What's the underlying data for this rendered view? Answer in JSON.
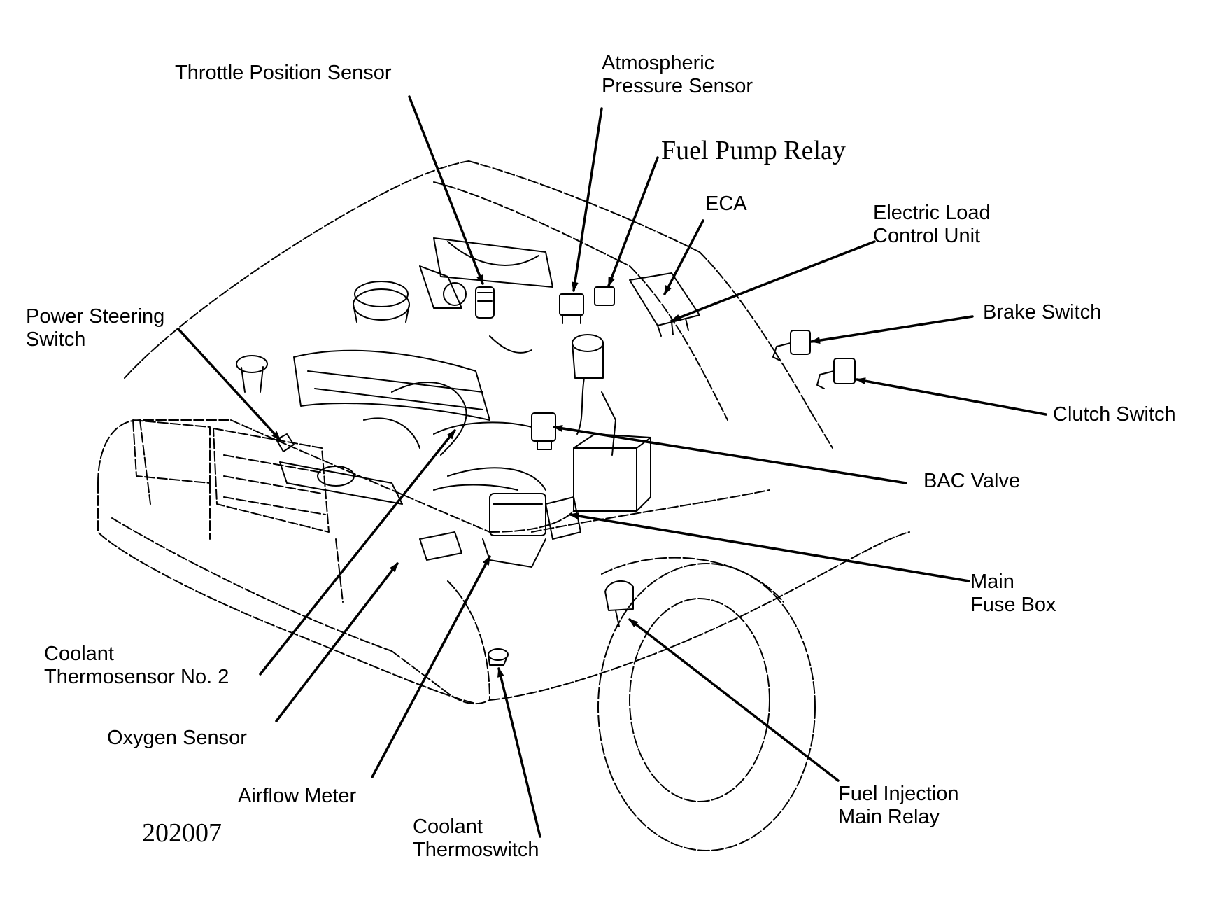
{
  "figure_id": "202007",
  "labels": {
    "throttle_position_sensor": [
      "Throttle Position Sensor"
    ],
    "atmospheric_pressure_sensor": [
      "Atmospheric",
      "Pressure Sensor"
    ],
    "fuel_pump_relay": [
      "Fuel Pump Relay"
    ],
    "eca": [
      "ECA"
    ],
    "electric_load_control_unit": [
      "Electric Load",
      "Control Unit"
    ],
    "power_steering_switch": [
      "Power Steering",
      "Switch"
    ],
    "brake_switch": [
      "Brake Switch"
    ],
    "clutch_switch": [
      "Clutch Switch"
    ],
    "bac_valve": [
      "BAC Valve"
    ],
    "main_fuse_box": [
      "Main",
      "Fuse Box"
    ],
    "coolant_thermosensor_no2": [
      "Coolant",
      "Thermosensor No. 2"
    ],
    "oxygen_sensor": [
      "Oxygen Sensor"
    ],
    "airflow_meter": [
      "Airflow Meter"
    ],
    "coolant_thermoswitch": [
      "Coolant",
      "Thermoswitch"
    ],
    "fuel_injection_main_relay": [
      "Fuel Injection",
      "Main Relay"
    ]
  },
  "colors": {
    "ink": "#000000",
    "background": "#ffffff"
  }
}
